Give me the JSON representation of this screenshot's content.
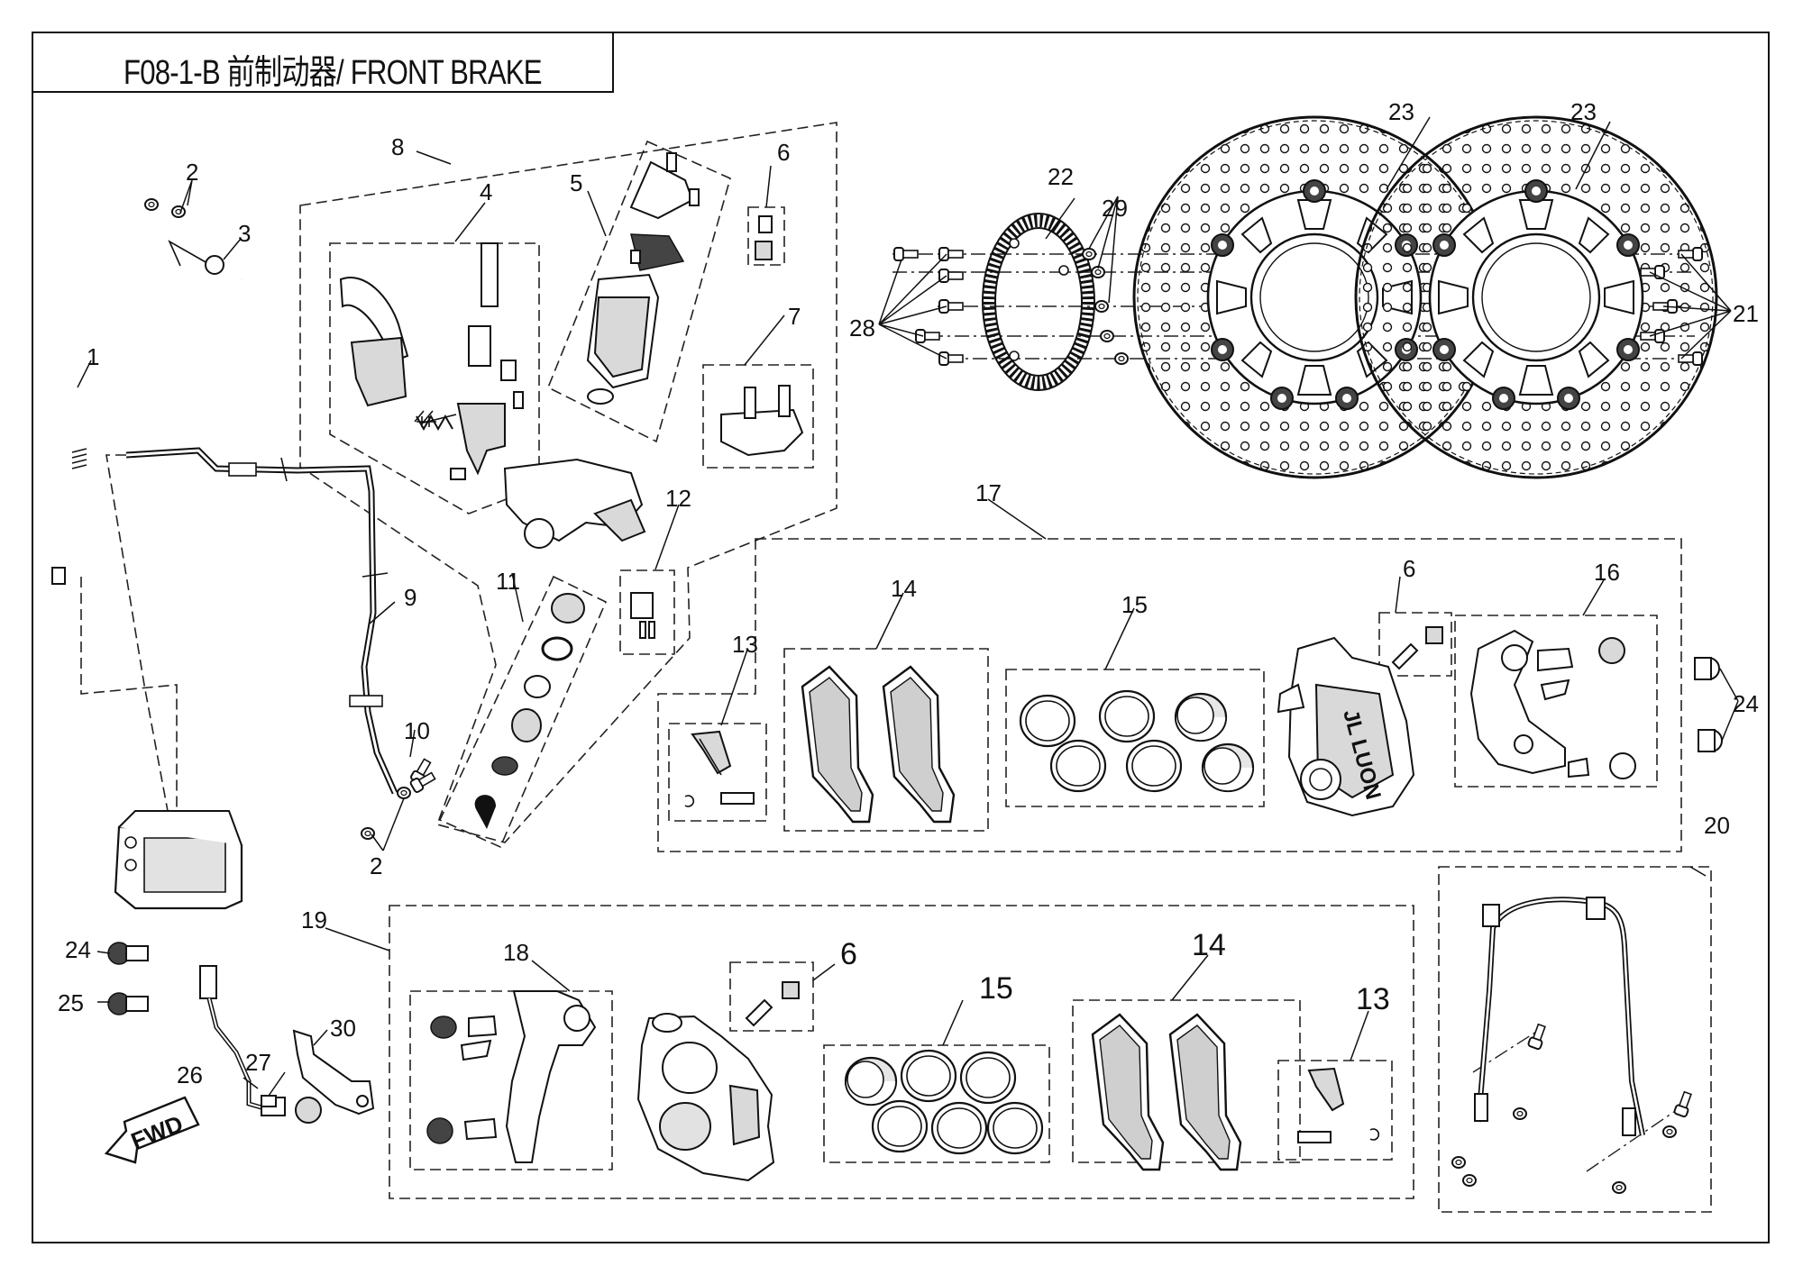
{
  "title": "F08-1-B  前制动器/ FRONT BRAKE",
  "labels": {
    "l1": "1",
    "l2a": "2",
    "l2b": "2",
    "l3": "3",
    "l4": "4",
    "l5": "5",
    "l6a": "6",
    "l6b": "6",
    "l6c": "6",
    "l7": "7",
    "l8": "8",
    "l9": "9",
    "l10": "10",
    "l11": "11",
    "l12": "12",
    "l13a": "13",
    "l13b": "13",
    "l14a": "14",
    "l14b": "14",
    "l15a": "15",
    "l15b": "15",
    "l16": "16",
    "l17": "17",
    "l18": "18",
    "l19": "19",
    "l20": "20",
    "l21": "21",
    "l22": "22",
    "l23a": "23",
    "l23b": "23",
    "l24a": "24",
    "l24b": "24",
    "l25": "25",
    "l26": "26",
    "l27": "27",
    "l28": "28",
    "l29": "29",
    "l30": "30"
  },
  "fwd_arrow": "FWD",
  "caliper_marking": "JL LUON",
  "icons": {
    "brake_disc": "brake-disc-icon",
    "abs_ring": "abs-tone-ring-icon",
    "caliper": "brake-caliper-icon",
    "brake_pad": "brake-pad-icon",
    "piston_seal": "piston-seal-icon",
    "abs_unit": "abs-modulator-icon",
    "brake_hose": "brake-hose-icon",
    "master_cylinder": "master-cylinder-icon"
  }
}
